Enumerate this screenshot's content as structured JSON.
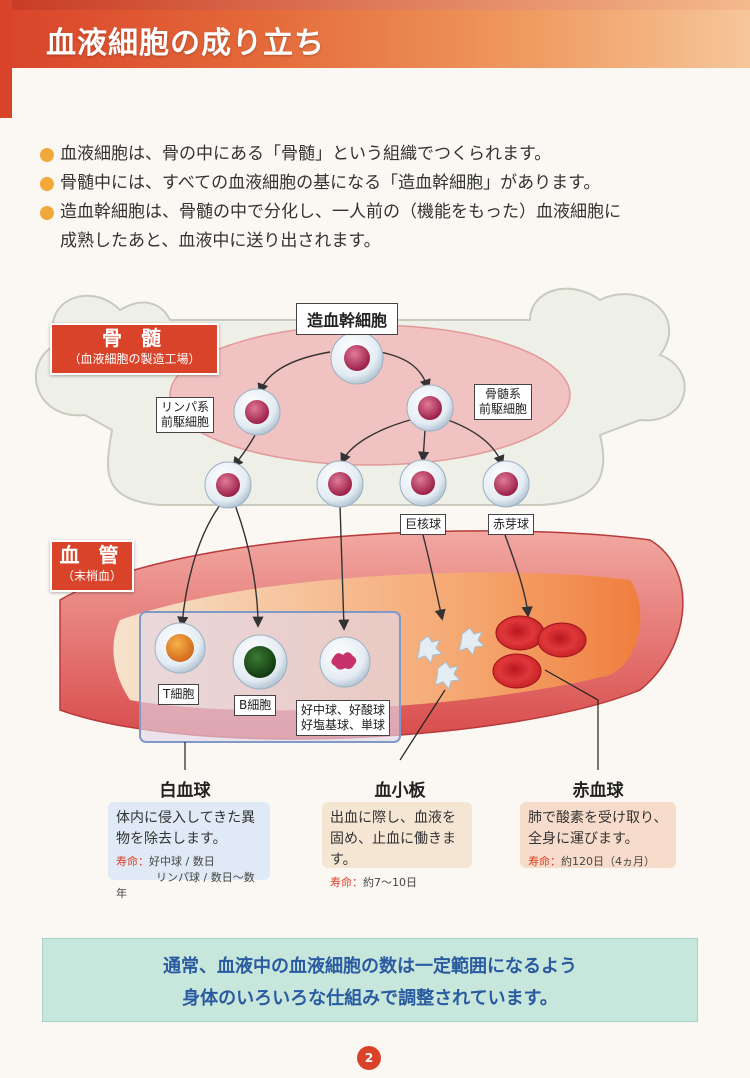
{
  "header": {
    "title": "血液細胞の成り立ち"
  },
  "intro": [
    {
      "text": "血液細胞は、骨の中にある「骨髄」という組織でつくられます。"
    },
    {
      "text": "骨髄中には、すべての血液細胞の基になる「造血幹細胞」があります。"
    },
    {
      "text": "造血幹細胞は、骨髄の中で分化し、一人前の（機能をもった）血液細胞に",
      "cont": "成熟したあと、血液中に送り出されます。"
    }
  ],
  "diagram": {
    "bone_marrow": {
      "label": "骨 髄",
      "sub": "（血液細胞の製造工場）"
    },
    "blood_vessel": {
      "label": "血 管",
      "sub": "（末梢血）"
    },
    "stem_cell": "造血幹細胞",
    "lymphoid": [
      "リンパ系",
      "前駆細胞"
    ],
    "myeloid": [
      "骨髄系",
      "前駆細胞"
    ],
    "megakaryocyte": "巨核球",
    "erythroblast": "赤芽球",
    "t_cell": "T細胞",
    "b_cell": "B細胞",
    "granulocytes": [
      "好中球、好酸球",
      "好塩基球、単球"
    ]
  },
  "columns": [
    {
      "title": "白血球",
      "desc": "体内に侵入してきた異物を除去します。",
      "life_key": "寿命：",
      "life": [
        "好中球 / 数日",
        "リンパ球 / 数日～数年"
      ]
    },
    {
      "title": "血小板",
      "desc": "出血に際し、血液を固め、止血に働きます。",
      "life_key": "寿命：",
      "life": [
        "約7～10日"
      ]
    },
    {
      "title": "赤血球",
      "desc": "肺で酸素を受け取り、全身に運びます。",
      "life_key": "寿命：",
      "life": [
        "約120日（4ヵ月）"
      ]
    }
  ],
  "note": [
    "通常、血液中の血液細胞の数は一定範囲になるよう",
    "身体のいろいろな仕組みで調整されています。"
  ],
  "page_number": "2",
  "colors": {
    "accent": "#d8432a",
    "bullet": "#f3a93a",
    "note_bg": "#c8e7dc",
    "note_text": "#2a5aa0"
  }
}
